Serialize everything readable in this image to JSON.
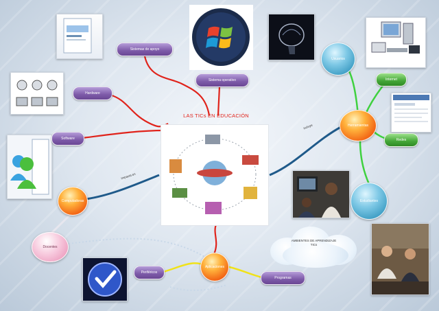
{
  "title": "LAS TICs EN EDUCACIÓN",
  "pills": {
    "sistema_operativo": "Sistemas de apoyo",
    "windows": "Sistema operativo",
    "hardware": "Hardware",
    "software": "Software",
    "perifericos": "Periféricos",
    "programas": "Programas",
    "internet": "Internet",
    "redes": "Redes"
  },
  "orbs": {
    "computadoras": "Computadoras",
    "herramientas": "Herramientas",
    "usuarios": "Usuarios",
    "docentes": "Docentes",
    "estudiantes": "Estudiantes",
    "aplicaciones": "Aplicaciones"
  },
  "curve_labels": {
    "left": "impacta en",
    "right": "incluye"
  },
  "cloud_text": "AMBIENTES DE APRENDIZAJE\nTICs",
  "colors": {
    "red_link": "#e0231b",
    "green_link": "#3fd13f",
    "yellow_link": "#f0e21a",
    "blue_link": "#1f5a8a"
  }
}
